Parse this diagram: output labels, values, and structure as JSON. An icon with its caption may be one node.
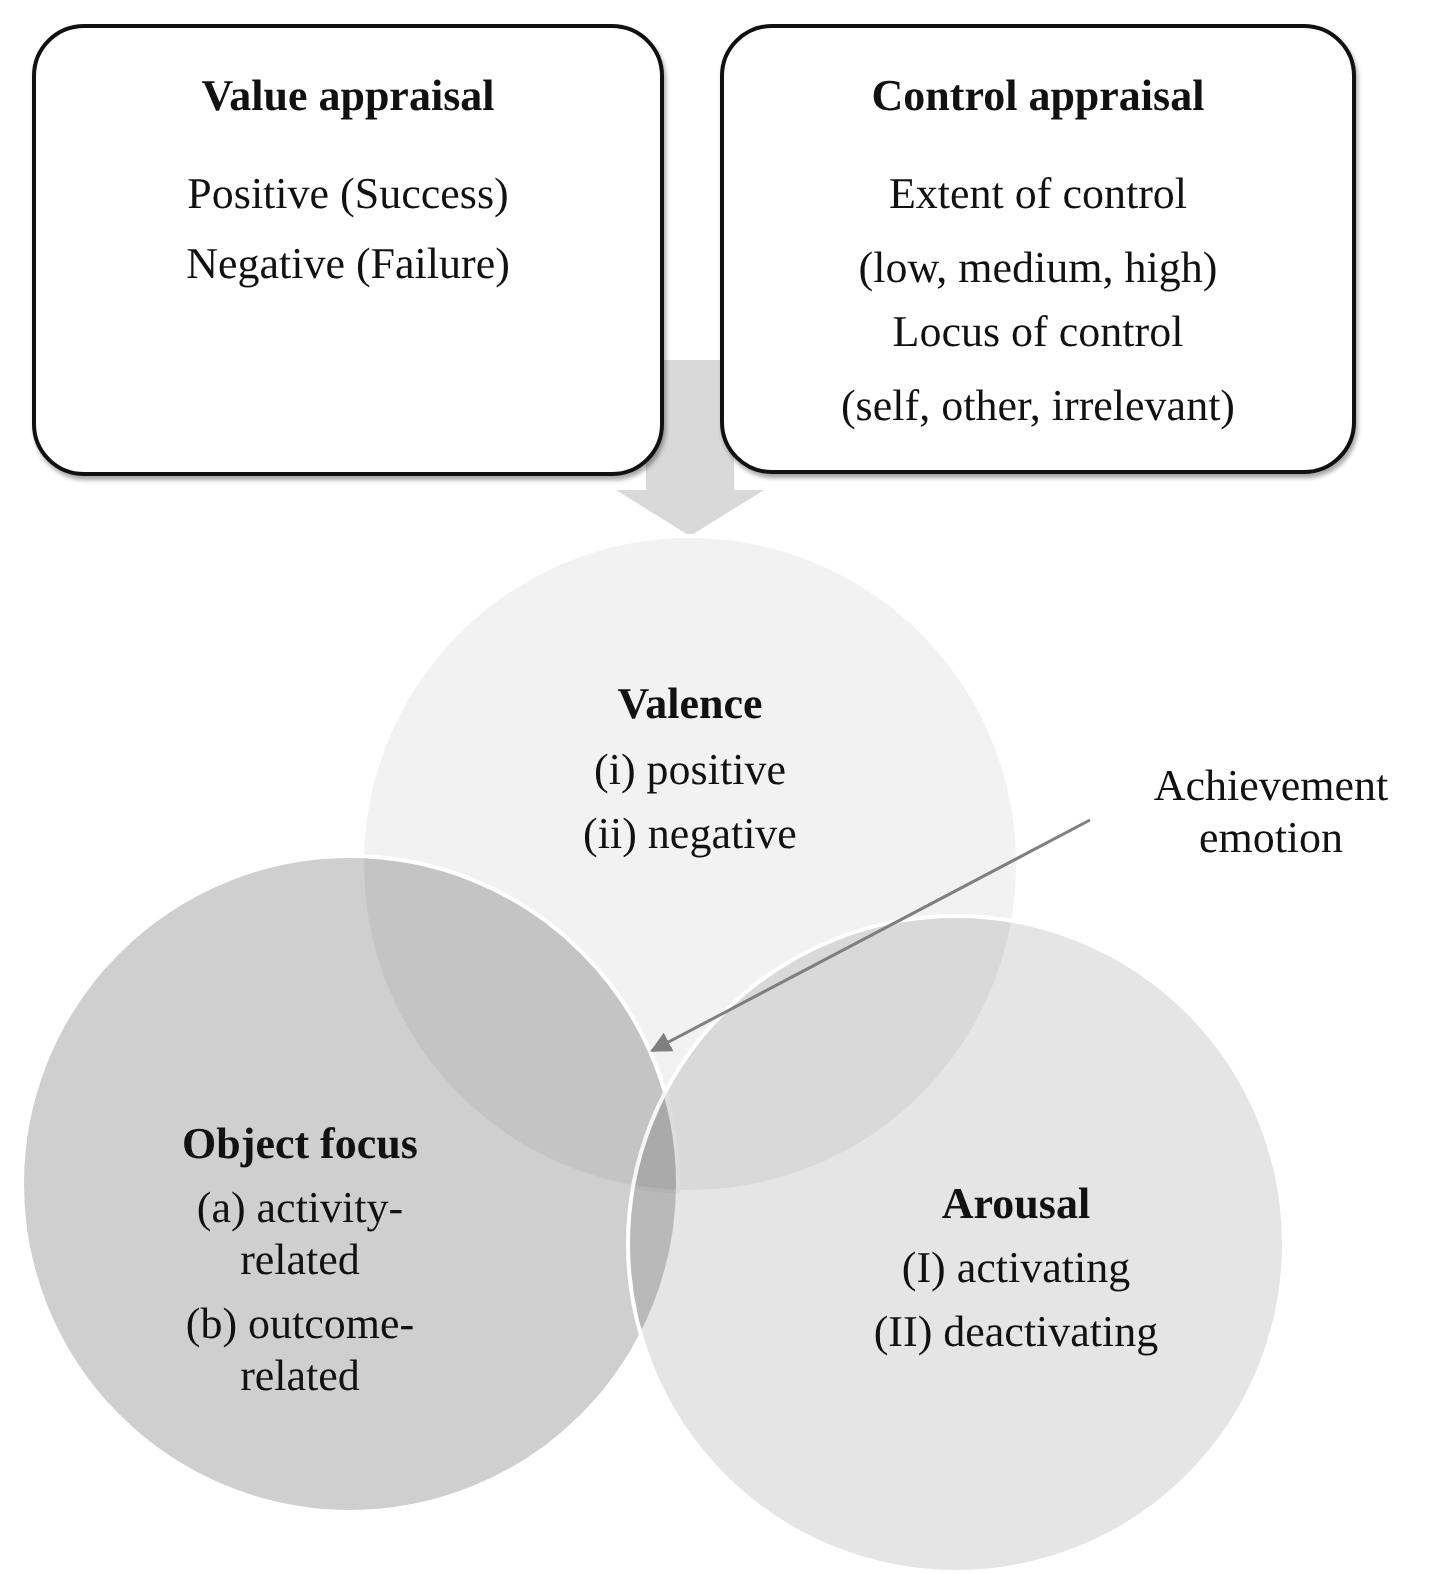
{
  "diagram": {
    "nodes": [
      {
        "text": [
          "Value appraisal",
          "Positive (Success)",
          "Negative (Failure)"
        ]
      },
      {
        "text": [
          "Control appraisal",
          "Extent of control",
          "(low, medium, high)",
          "Locus of control",
          "(self, other, irrelevant)"
        ]
      },
      {
        "text": [
          "Valence",
          "(i) positive",
          "(ii) negative"
        ]
      },
      {
        "text": [
          "Object focus",
          "(a) activity-related",
          "(b) outcome-related"
        ]
      },
      {
        "text": [
          "Arousal",
          "(I) activating",
          "(II) deactivating"
        ]
      },
      {
        "text": [
          "Achievement emotion"
        ]
      },
      {
        "text": [],
        "shape": "region"
      }
    ],
    "edges": [
      {
        "from": null,
        "to": 2,
        "arrow": "to",
        "style": "thick",
        "color": "#d9d9d9"
      },
      {
        "from": 5,
        "to": 6,
        "arrow": "to"
      }
    ]
  }
}
